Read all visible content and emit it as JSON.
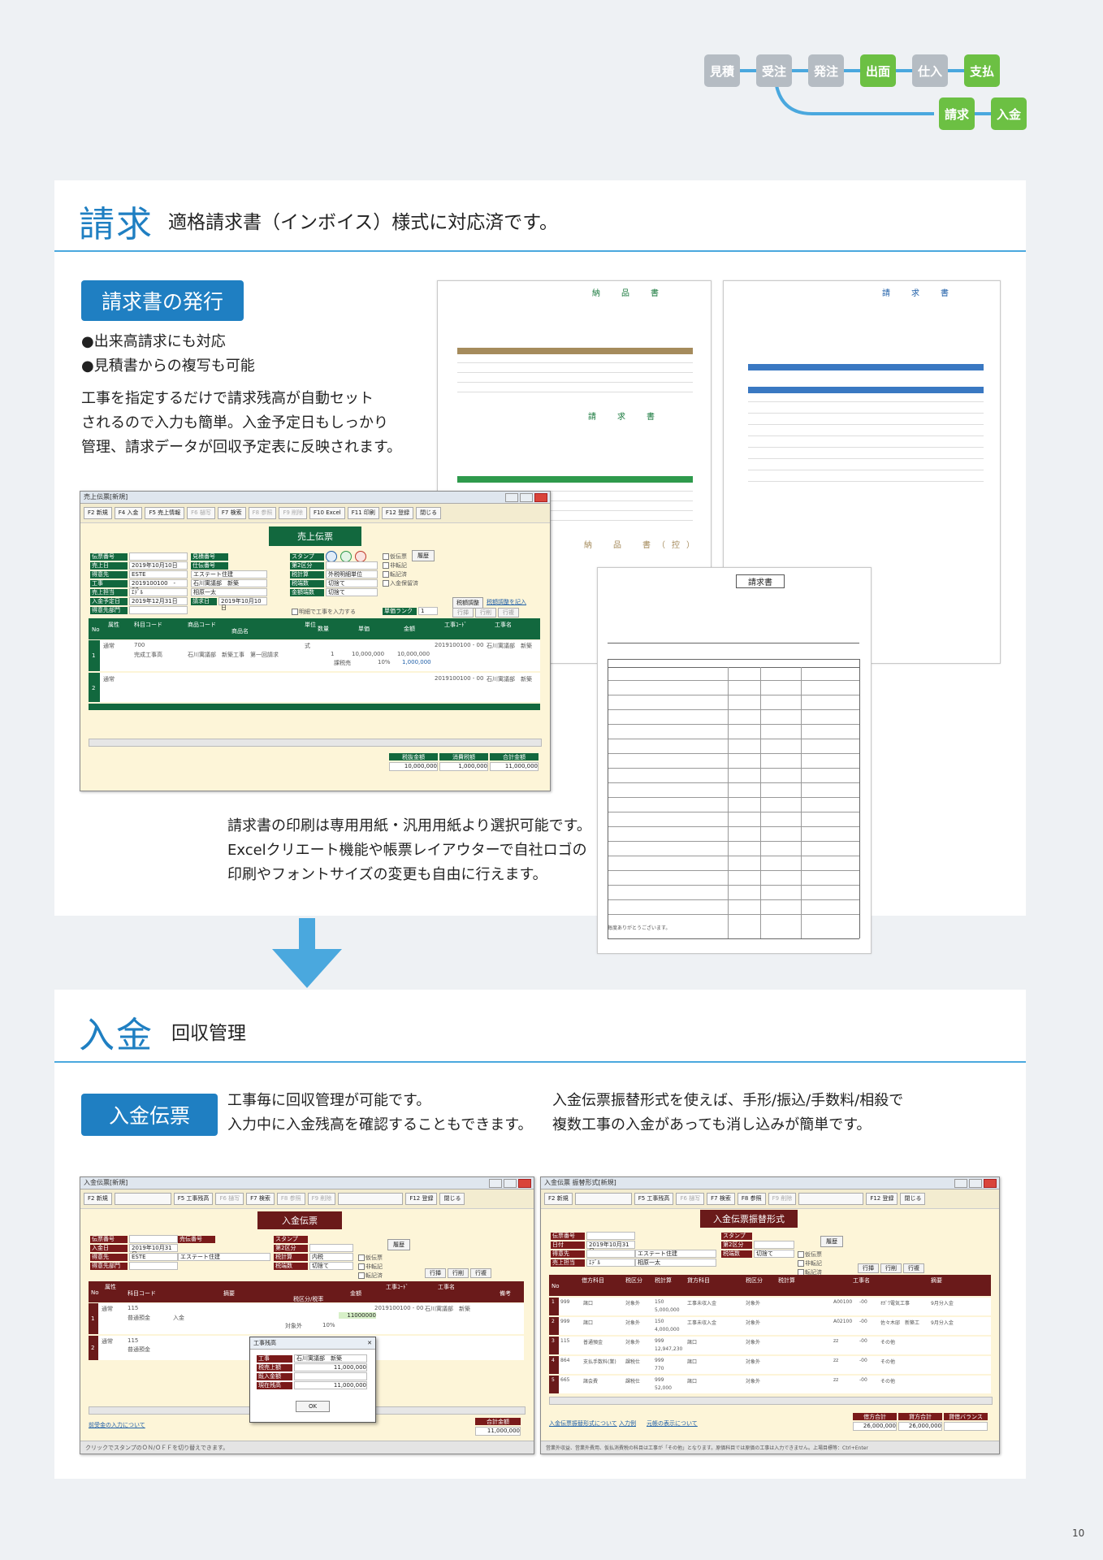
{
  "flow": {
    "steps": [
      "見積",
      "受注",
      "発注",
      "出面",
      "仕入",
      "支払"
    ],
    "branch": [
      "請求",
      "入金"
    ]
  },
  "seikyu": {
    "title": "請求",
    "subtitle": "適格請求書（インボイス）様式に対応済です。",
    "tag": "請求書の発行",
    "bullets": [
      "●出来高請求にも対応",
      "●見積書からの複写も可能"
    ],
    "desc": [
      "工事を指定するだけで請求残高が自動セット",
      "されるので入力も簡単。入金予定日もしっかり",
      "管理、請求データが回収予定表に反映されます。"
    ],
    "print_desc": [
      "請求書の印刷は専用用紙・汎用用紙より選択可能です。",
      "Excelクリエート機能や帳票レイアウターで自社ロゴの",
      "印刷やフォントサイズの変更も自由に行えます。"
    ],
    "doc1": {
      "title1": "納　品　書",
      "title2": "請　求　書",
      "title3": "納　品　書（控）"
    },
    "doc2": {
      "title": "請　求　書"
    },
    "doc3": {
      "title": "請求書",
      "thanks": "毎度ありがとうございます。"
    },
    "window": {
      "title": "売上伝票[新規]",
      "fkeys": [
        "F2 新規",
        "F4 入金",
        "F5 売上情報",
        "F6 樋写",
        "F7 検索",
        "F8 参照",
        "F9 削除",
        "F10 Excel",
        "F11 印刷",
        "F12 登録",
        "閉じる"
      ],
      "slip_title": "売上伝票",
      "labels": [
        "伝票番号",
        "売上日",
        "得意先",
        "工事",
        "売上担当",
        "入金予定日",
        "得意先部門"
      ],
      "values": [
        "",
        "2019年10月10日",
        "ESTE",
        "2019100100　-　00",
        "ｴﾃﾞﾙ",
        "2019年12月31日",
        ""
      ],
      "labels2": [
        "見積番号",
        "仕伝番号",
        "エステート住建",
        "石川寓議部　新築",
        "相原一太",
        "請求日"
      ],
      "value_date": "2019年10月10日",
      "stamp": "スタンプ",
      "kubun": [
        "第2区分",
        "税計算",
        "税端数",
        "金額端数"
      ],
      "kubun_v": [
        "",
        "外税明細単位",
        "切捨て",
        "切捨て"
      ],
      "checks": [
        "仮伝票",
        "非転記",
        "転記済",
        "入金保留済"
      ],
      "btn_history": "履歴",
      "btn_zankin": "税額調整",
      "btn_link": "税額調整を記入",
      "check_bottom": "明細で工事を入力する",
      "tanka_rank": "単価ランク",
      "rank_v": "1",
      "row_btns": [
        "行挿",
        "行削",
        "行複"
      ],
      "grid_head": [
        "No",
        "属性",
        "科目コード",
        "商品コード",
        "商品名",
        "単位",
        "数量",
        "単価",
        "金額",
        "工事ｺｰﾄﾞ",
        "工事名"
      ],
      "row1": [
        "1",
        "通常",
        "700",
        "完成工事高",
        "石川寓議部　新築工事　第一回請求",
        "式",
        "1",
        "10,000,000",
        "10,000,000",
        "2019100100 - 00",
        "石川寓議部　新築",
        "課税売",
        "10%",
        "1,000,000"
      ],
      "row2": [
        "2",
        "通常",
        "2019100100 - 00",
        "石川寓議部　新築"
      ],
      "totals_h": [
        "税抜金額",
        "消費税額",
        "合計金額"
      ],
      "totals_v": [
        "10,000,000",
        "1,000,000",
        "11,000,000"
      ]
    }
  },
  "nyukin": {
    "title": "入金",
    "subtitle": "回収管理",
    "tag": "入金伝票",
    "desc_left": [
      "工事毎に回収管理が可能です。",
      "入力中に入金残高を確認することもできます。"
    ],
    "desc_right": [
      "入金伝票振替形式を使えば、手形/振込/手数料/相殺で",
      "複数工事の入金があっても消し込みが簡単です。"
    ],
    "win1": {
      "title": "入金伝票[新規]",
      "fkeys": [
        "F2 新規",
        "",
        "F5 工事残高",
        "F6 樋写",
        "F7 検索",
        "F8 参照",
        "F9 削除",
        "",
        "F12 登録",
        "閉じる"
      ],
      "slip_title": "入金伝票",
      "labels": [
        "伝票番号",
        "入金日",
        "得意先",
        "得意先部門"
      ],
      "values": [
        "",
        "2019年10月31日",
        "ESTE",
        ""
      ],
      "labels2": [
        "売伝番号"
      ],
      "name": "エステート住建",
      "stamp": "スタンプ",
      "kubun": [
        "第2区分",
        "税計算",
        "税端数"
      ],
      "kubun_v": [
        "",
        "内税",
        "切捨て"
      ],
      "checks": [
        "仮伝票",
        "非転記",
        "転記済"
      ],
      "btn_history": "履歴",
      "row_btns": [
        "行挿",
        "行削",
        "行複"
      ],
      "grid_head": [
        "No",
        "属性",
        "科目コード",
        "摘要",
        "税区分/税率",
        "金額",
        "工事ｺｰﾄﾞ",
        "工事名",
        "備考"
      ],
      "row1": [
        "1",
        "通常",
        "115",
        "普通預金",
        "入金",
        "2019100100 - 00",
        "石川寓議部　新築",
        "11000000",
        "対象外",
        "10%"
      ],
      "row2": [
        "2",
        "通常",
        "115",
        "普通預金"
      ],
      "popup": {
        "title": "工事残高",
        "labels": [
          "工事",
          "税売上額",
          "既入金額",
          "現在残高"
        ],
        "values": [
          "石川寓議部　新築",
          "11,000,000",
          "",
          "11,000,000"
        ],
        "ok": "OK"
      },
      "link": "前受金の入力について",
      "total_h": "合計金額",
      "total_v": "11,000,000",
      "status": "クリックでスタンプのＯＮ/ＯＦＦを切り替えできます。"
    },
    "win2": {
      "title": "入金伝票 振替形式[新規]",
      "fkeys": [
        "F2 新規",
        "",
        "F5 工事残高",
        "F6 樋写",
        "F7 検索",
        "F8 参照",
        "F9 削除",
        "",
        "F12 登録",
        "閉じる"
      ],
      "slip_title": "入金伝票振替形式",
      "labels": [
        "伝票番号",
        "日付",
        "得意先",
        "売上担当"
      ],
      "values": [
        "",
        "2019年10月31日",
        "",
        "ｴﾃﾞﾙ"
      ],
      "name": "エステート住建",
      "name2": "相原一太",
      "stamp": "スタンプ",
      "kubun": [
        "第2区分",
        "税端数"
      ],
      "kubun_v": [
        "",
        "切捨て"
      ],
      "checks": [
        "仮伝票",
        "非転記",
        "転記済"
      ],
      "btn_history": "履歴",
      "row_btns": [
        "行挿",
        "行削",
        "行複"
      ],
      "grid_head": [
        "No",
        "借方科目",
        "税区分",
        "税計算",
        "貸方科目",
        "税区分",
        "税計算",
        "工事名",
        "摘要"
      ],
      "rows": [
        [
          "1",
          "999",
          "諸口",
          "対象外",
          "150",
          "工事未収入金",
          "対象外",
          "A00100",
          "-00",
          "ｵｶﾞﾜ電気工事",
          "9月分入金",
          "5,000,000"
        ],
        [
          "2",
          "999",
          "諸口",
          "対象外",
          "150",
          "工事未収入金",
          "対象外",
          "A02100",
          "-00",
          "佐々木邸　新築工",
          "9月分入金",
          "4,000,000"
        ],
        [
          "3",
          "115",
          "普通預金",
          "対象外",
          "999",
          "諸口",
          "対象外",
          "zz",
          "-00",
          "その他",
          "",
          "12,947,230"
        ],
        [
          "4",
          "864",
          "支払手数料(業)",
          "課税仕",
          "999",
          "諸口",
          "対象外",
          "zz",
          "-00",
          "その他",
          "",
          "770"
        ],
        [
          "5",
          "665",
          "諸会費",
          "課税仕",
          "999",
          "諸口",
          "対象外",
          "zz",
          "-00",
          "その他",
          "",
          "52,000"
        ]
      ],
      "links": [
        "入金伝票振替形式について",
        "入力例",
        "元帳の表示について"
      ],
      "totals_h": [
        "借方合計",
        "貸方合計",
        "貸借バランス"
      ],
      "totals_v": [
        "26,000,000",
        "26,000,000",
        ""
      ],
      "status": "営業外収益、営業外費用、仮払消費税の科目は工事が「その他」となります。原価科目では原価の工事は入力できません。上場目標等：Ctrl+Enter"
    }
  },
  "page_number": "10",
  "colors": {
    "accent": "#1f7fc2",
    "flow_line": "#4aa8de",
    "grey": "#b5bcc3",
    "green": "#6cc043"
  }
}
